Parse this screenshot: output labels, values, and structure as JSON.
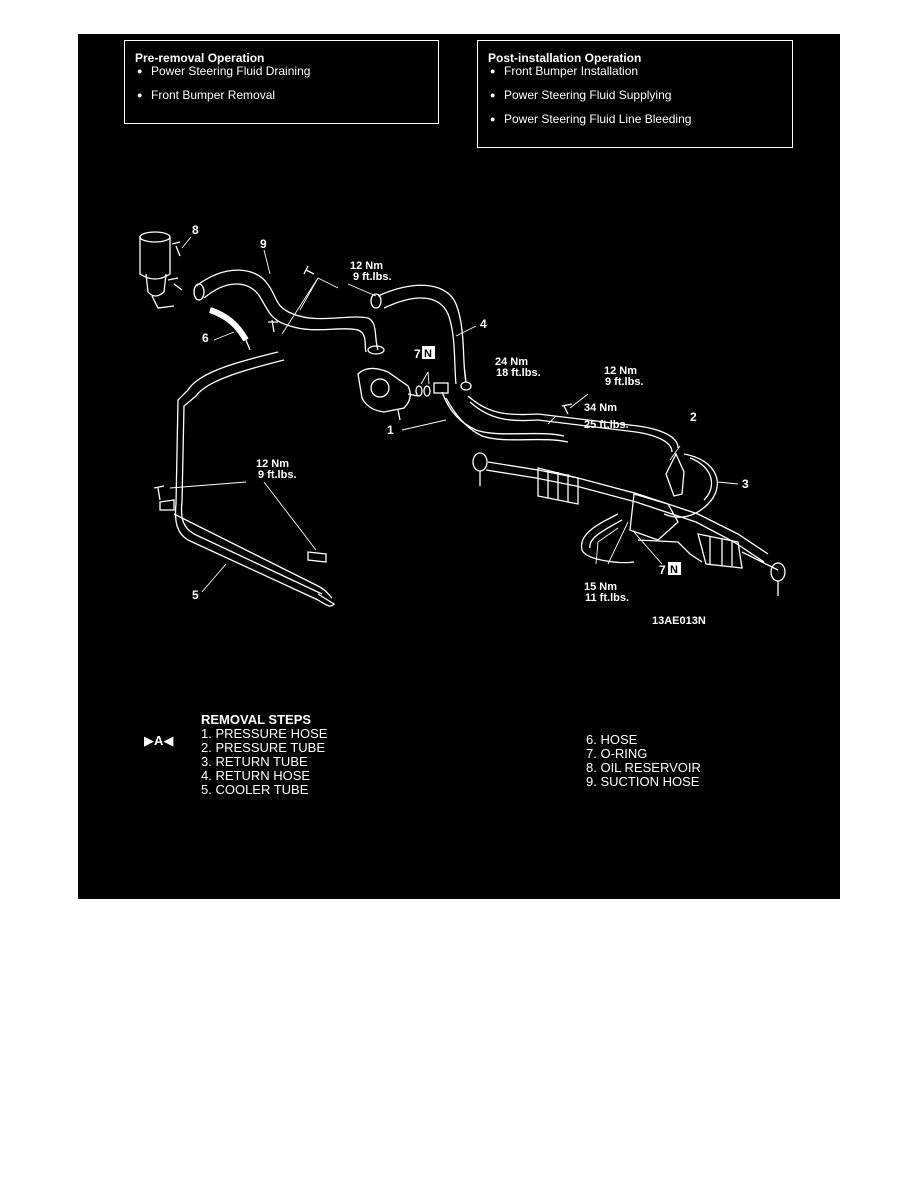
{
  "pre_removal": {
    "title": "Pre-removal Operation",
    "items": [
      "Power Steering Fluid Draining",
      "Front Bumper Removal"
    ]
  },
  "post_installation": {
    "title": "Post-installation Operation",
    "items": [
      "Front Bumper Installation",
      "Power Steering Fluid Supplying",
      "Power Steering Fluid Line Bleeding"
    ]
  },
  "diagram": {
    "callouts": [
      "1",
      "2",
      "3",
      "4",
      "5",
      "6",
      "7",
      "8",
      "9"
    ],
    "oring_badge": "N",
    "torque": {
      "t1_nm": "12 Nm",
      "t1_ft": "9 ft.lbs.",
      "t2_nm": "24 Nm",
      "t2_ft": "18 ft.lbs.",
      "t3_nm": "12 Nm",
      "t3_ft": "9 ft.lbs.",
      "t4_nm": "34 Nm",
      "t4_ft": "25 ft.lbs.",
      "t5_nm": "12 Nm",
      "t5_ft": "9 ft.lbs.",
      "t6_nm": "15 Nm",
      "t6_ft": "11 ft.lbs."
    },
    "figure_code": "13AE013N"
  },
  "removal": {
    "title": "REMOVAL STEPS",
    "marker": "▶A◀",
    "steps_left": [
      "1. PRESSURE HOSE",
      "2. PRESSURE TUBE",
      "3. RETURN TUBE",
      "4. RETURN HOSE",
      "5. COOLER TUBE"
    ],
    "steps_right": [
      "6. HOSE",
      "7. O-RING",
      "8. OIL RESERVOIR",
      "9. SUCTION HOSE"
    ]
  }
}
